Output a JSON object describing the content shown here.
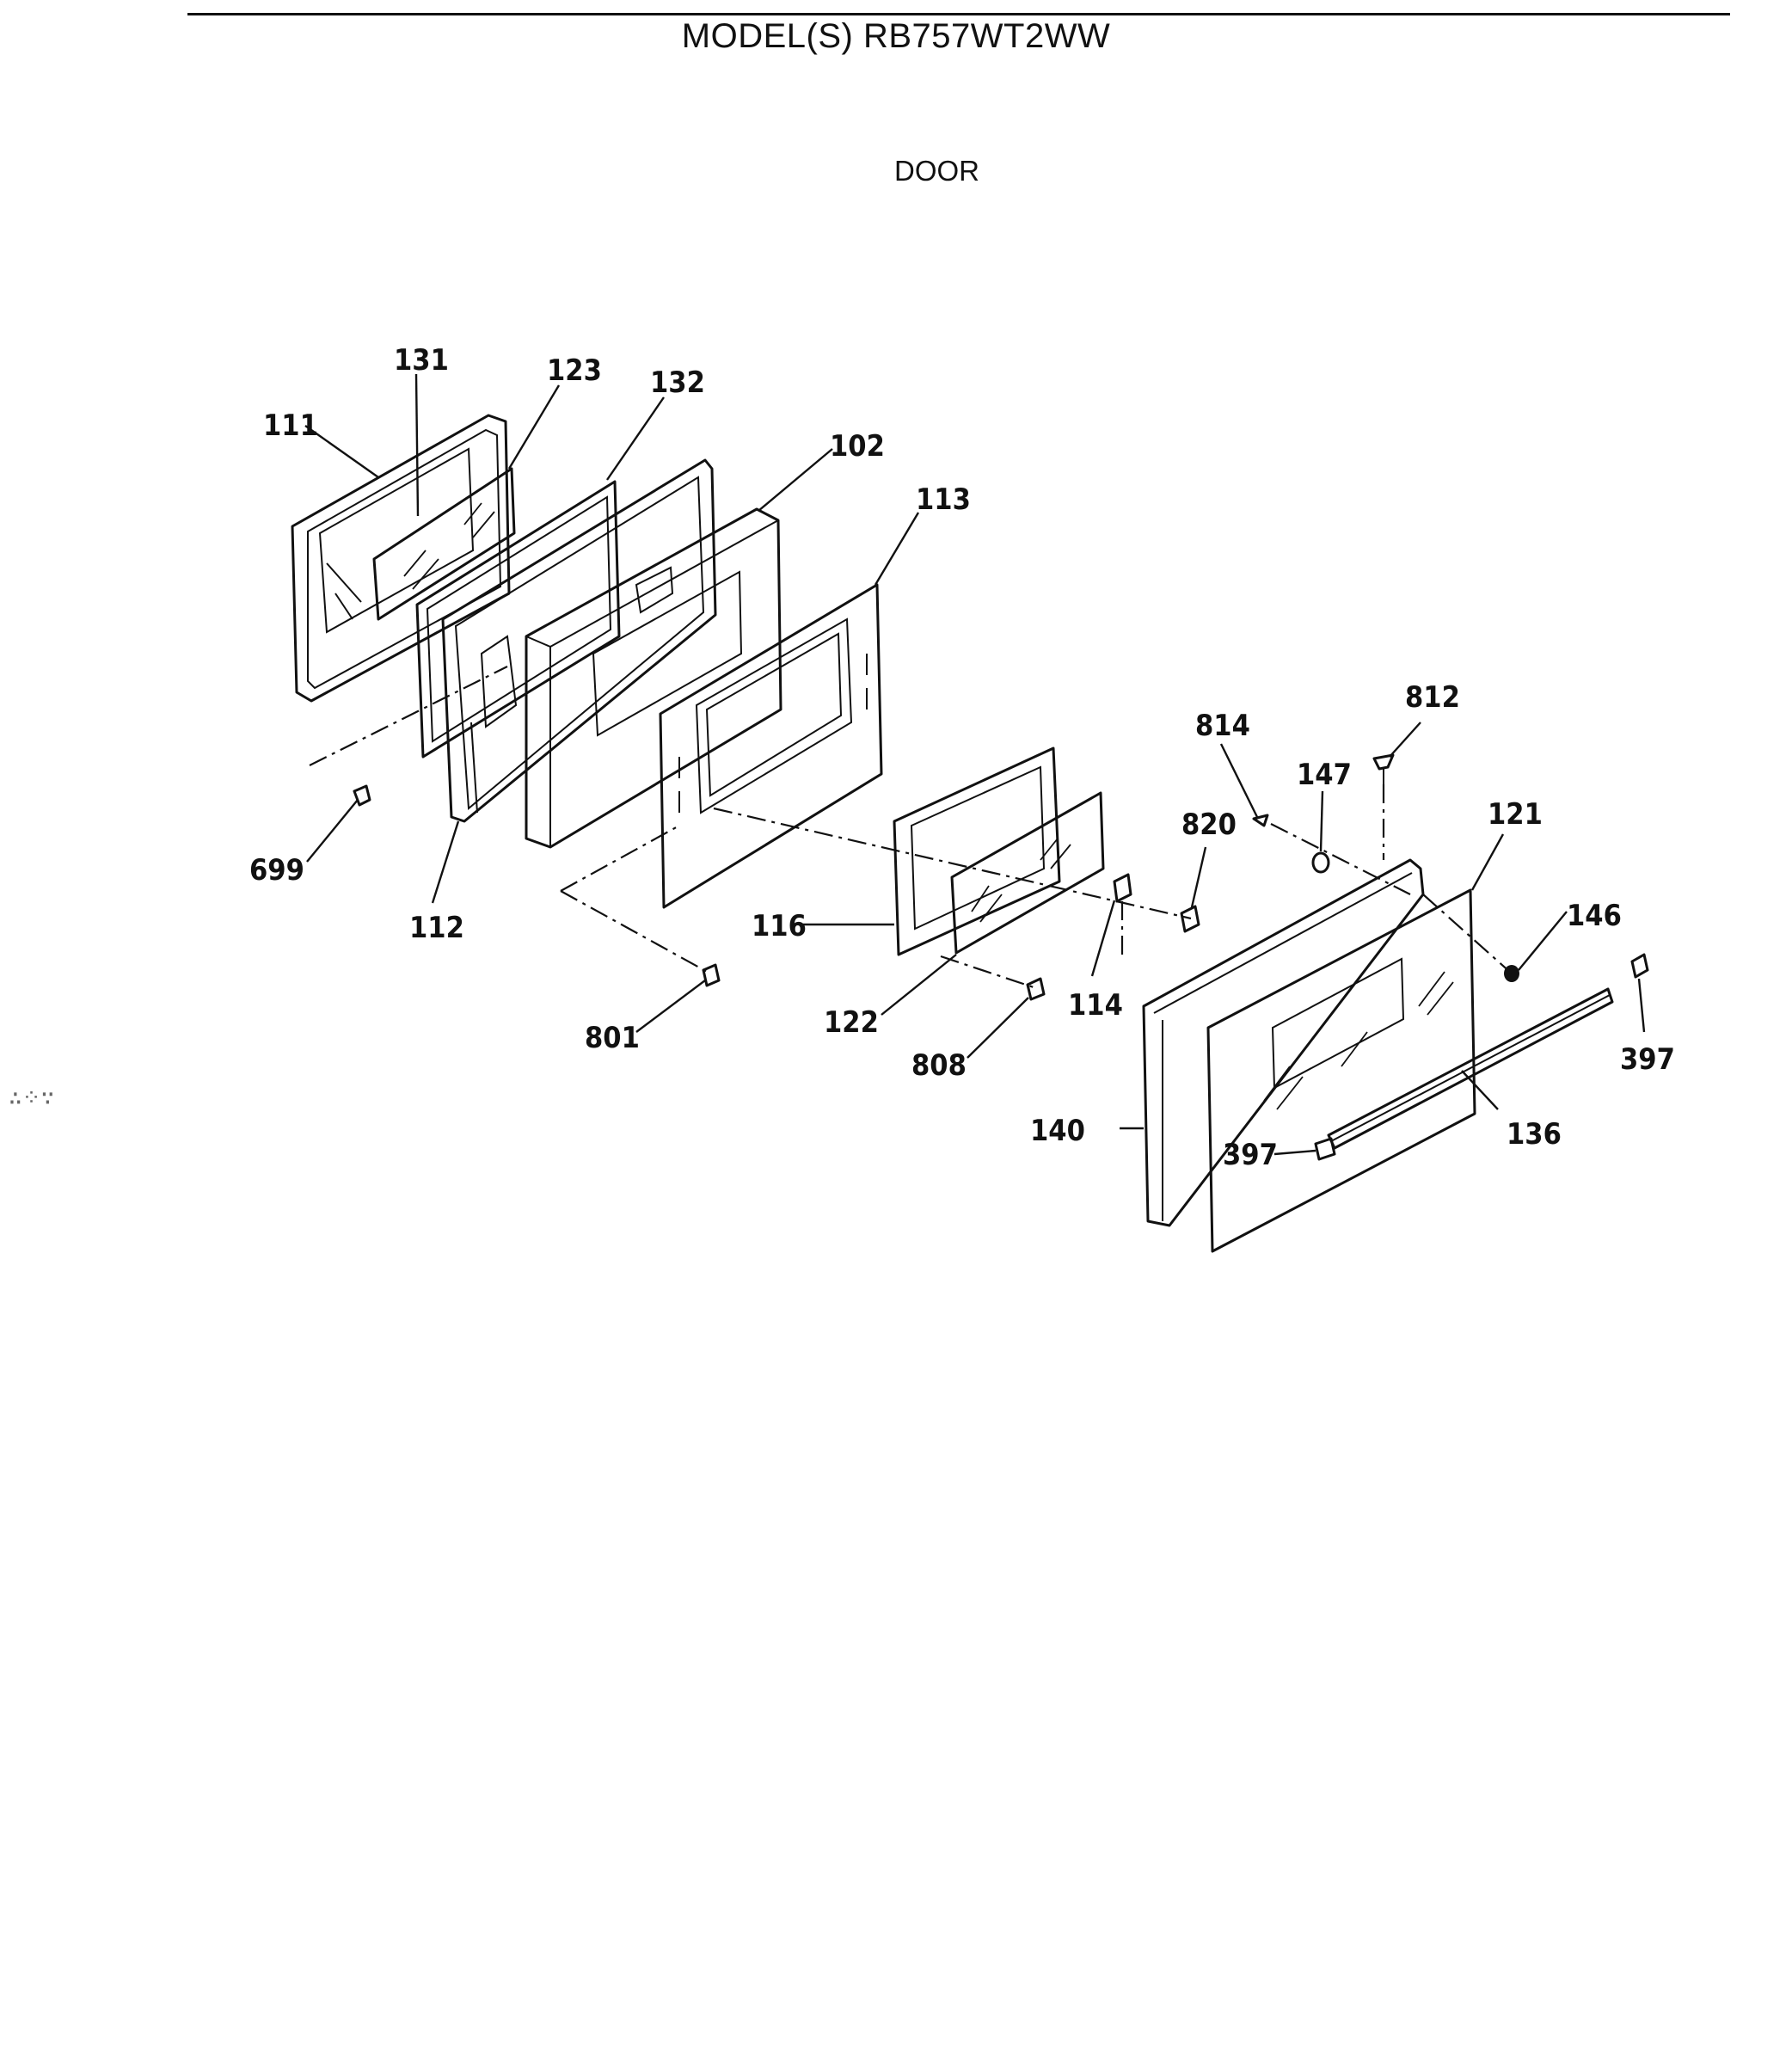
{
  "header": {
    "title": "MODEL(S) RB757WT2WW",
    "section": "DOOR"
  },
  "diagram": {
    "callouts": [
      {
        "id": "c131",
        "label": "131"
      },
      {
        "id": "c123",
        "label": "123"
      },
      {
        "id": "c132",
        "label": "132"
      },
      {
        "id": "c111",
        "label": "111"
      },
      {
        "id": "c102",
        "label": "102"
      },
      {
        "id": "c113",
        "label": "113"
      },
      {
        "id": "c699",
        "label": "699"
      },
      {
        "id": "c112",
        "label": "112"
      },
      {
        "id": "c801",
        "label": "801"
      },
      {
        "id": "c116",
        "label": "116"
      },
      {
        "id": "c122",
        "label": "122"
      },
      {
        "id": "c808",
        "label": "808"
      },
      {
        "id": "c114",
        "label": "114"
      },
      {
        "id": "c814",
        "label": "814"
      },
      {
        "id": "c812",
        "label": "812"
      },
      {
        "id": "c147",
        "label": "147"
      },
      {
        "id": "c820",
        "label": "820"
      },
      {
        "id": "c121",
        "label": "121"
      },
      {
        "id": "c146",
        "label": "146"
      },
      {
        "id": "c397a",
        "label": "397"
      },
      {
        "id": "c397b",
        "label": "397"
      },
      {
        "id": "c136",
        "label": "136"
      },
      {
        "id": "c140",
        "label": "140"
      }
    ]
  }
}
